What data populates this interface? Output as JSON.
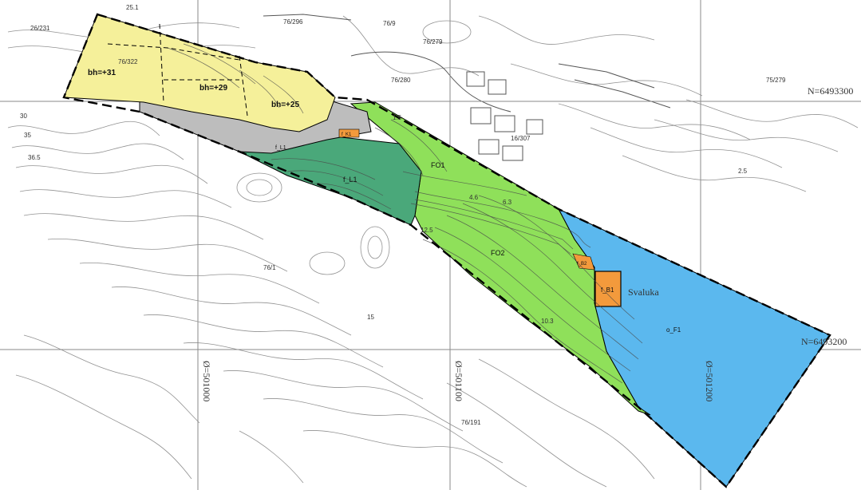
{
  "grid": {
    "north_labels": [
      "N=6493300",
      "N=6493200"
    ],
    "east_labels": [
      "Ø=501000",
      "Ø=501100",
      "Ø=501200"
    ]
  },
  "zones": {
    "fo1": "FO1",
    "fo2": "FO2",
    "fl1": "f_L1",
    "fl1b": "f_L1",
    "fb1": "f_B1",
    "fb2": "f_B2",
    "of1": "o_F1",
    "fk1": "f_K1",
    "place_name": "Svaluka"
  },
  "building_heights": [
    "bh=+31",
    "bh=+29",
    "bh=+25"
  ],
  "property_labels": [
    "26/231",
    "76/322",
    "76/296",
    "76/9",
    "76/279",
    "76/280",
    "75/279",
    "16/307",
    "76/1",
    "76/191"
  ],
  "elevation_labels": [
    "25.1",
    "30",
    "35",
    "36.5",
    "15",
    "12.5",
    "6.3",
    "4.6",
    "10.3",
    "2.5",
    "1.5"
  ],
  "colors": {
    "residential": "#f5f09a",
    "road": "#bdbdbd",
    "green_light": "#8fe05a",
    "green_dark": "#4aa87a",
    "water": "#5bb8ee",
    "building": "#f39a3c"
  }
}
